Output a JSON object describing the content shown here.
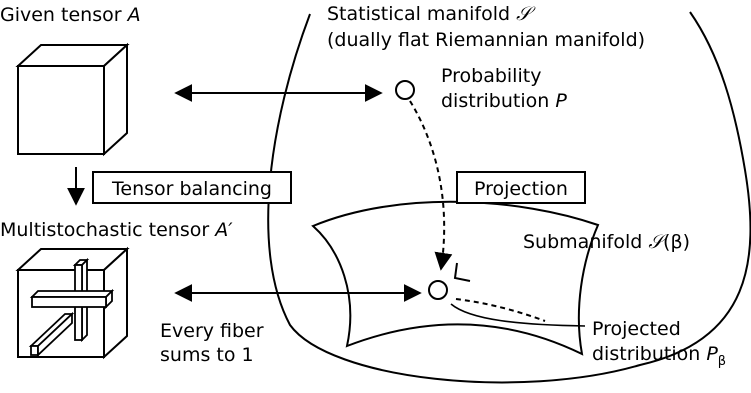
{
  "given_tensor": {
    "prefix": "Given tensor ",
    "symbol": "A"
  },
  "multistochastic": {
    "prefix": "Multistochastic tensor ",
    "symbol": "A′"
  },
  "tensor_balancing": "Tensor balancing",
  "projection": "Projection",
  "manifold_title": {
    "prefix": "Statistical manifold ",
    "symbol": "𝒮"
  },
  "manifold_subtitle": "(dually flat Riemannian manifold)",
  "probability": {
    "line1": "Probability",
    "line2_prefix": "distribution ",
    "symbol": "P"
  },
  "submanifold": {
    "prefix": "Submanifold ",
    "symbol": "𝒮",
    "param": "(β)"
  },
  "fiber": {
    "line1": "Every fiber",
    "line2": "sums to 1"
  },
  "projected": {
    "line1": "Projected",
    "line2_prefix": "distribution ",
    "symbol": "P",
    "subscript": "β"
  }
}
